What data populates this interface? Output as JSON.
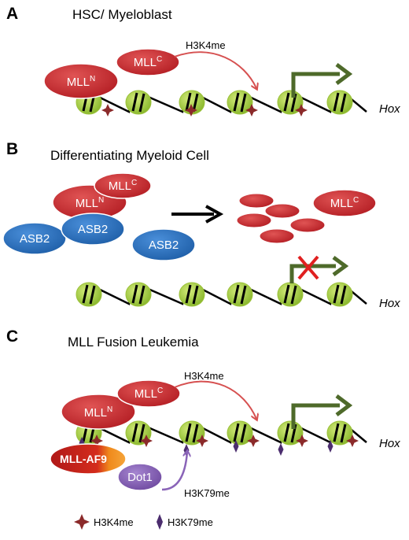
{
  "panels": [
    {
      "letter": "A",
      "title": "HSC/ Myeloblast"
    },
    {
      "letter": "B",
      "title": "Differentiating Myeloid Cell"
    },
    {
      "letter": "C",
      "title": "MLL  Fusion  Leukemia"
    }
  ],
  "labels": {
    "mll_base": "MLL",
    "sup_n": "N",
    "sup_c": "C",
    "asb2": "ASB2",
    "mll_af9": "MLL-AF9",
    "dot1": "Dot1",
    "h3k4me": "H3K4me",
    "h3k79me": "H3K79me",
    "hox": "Hox"
  },
  "legend": [
    {
      "symbol": "four-point-star",
      "label": "H3K4me",
      "color": "#8b2a2a"
    },
    {
      "symbol": "diamond",
      "label": "H3K79me",
      "color": "#4b2d6e"
    }
  ],
  "colors": {
    "mll_red": "#c8282e",
    "asb2_blue": "#2e75c2",
    "nucleosome_green": "#a6cf3a",
    "arrow_green": "#4e6a2a",
    "methyl_arrow": "#d65050",
    "cross_red": "#e02020",
    "af9_orange": "#e87722",
    "dot1_purple": "#8a64b8"
  }
}
